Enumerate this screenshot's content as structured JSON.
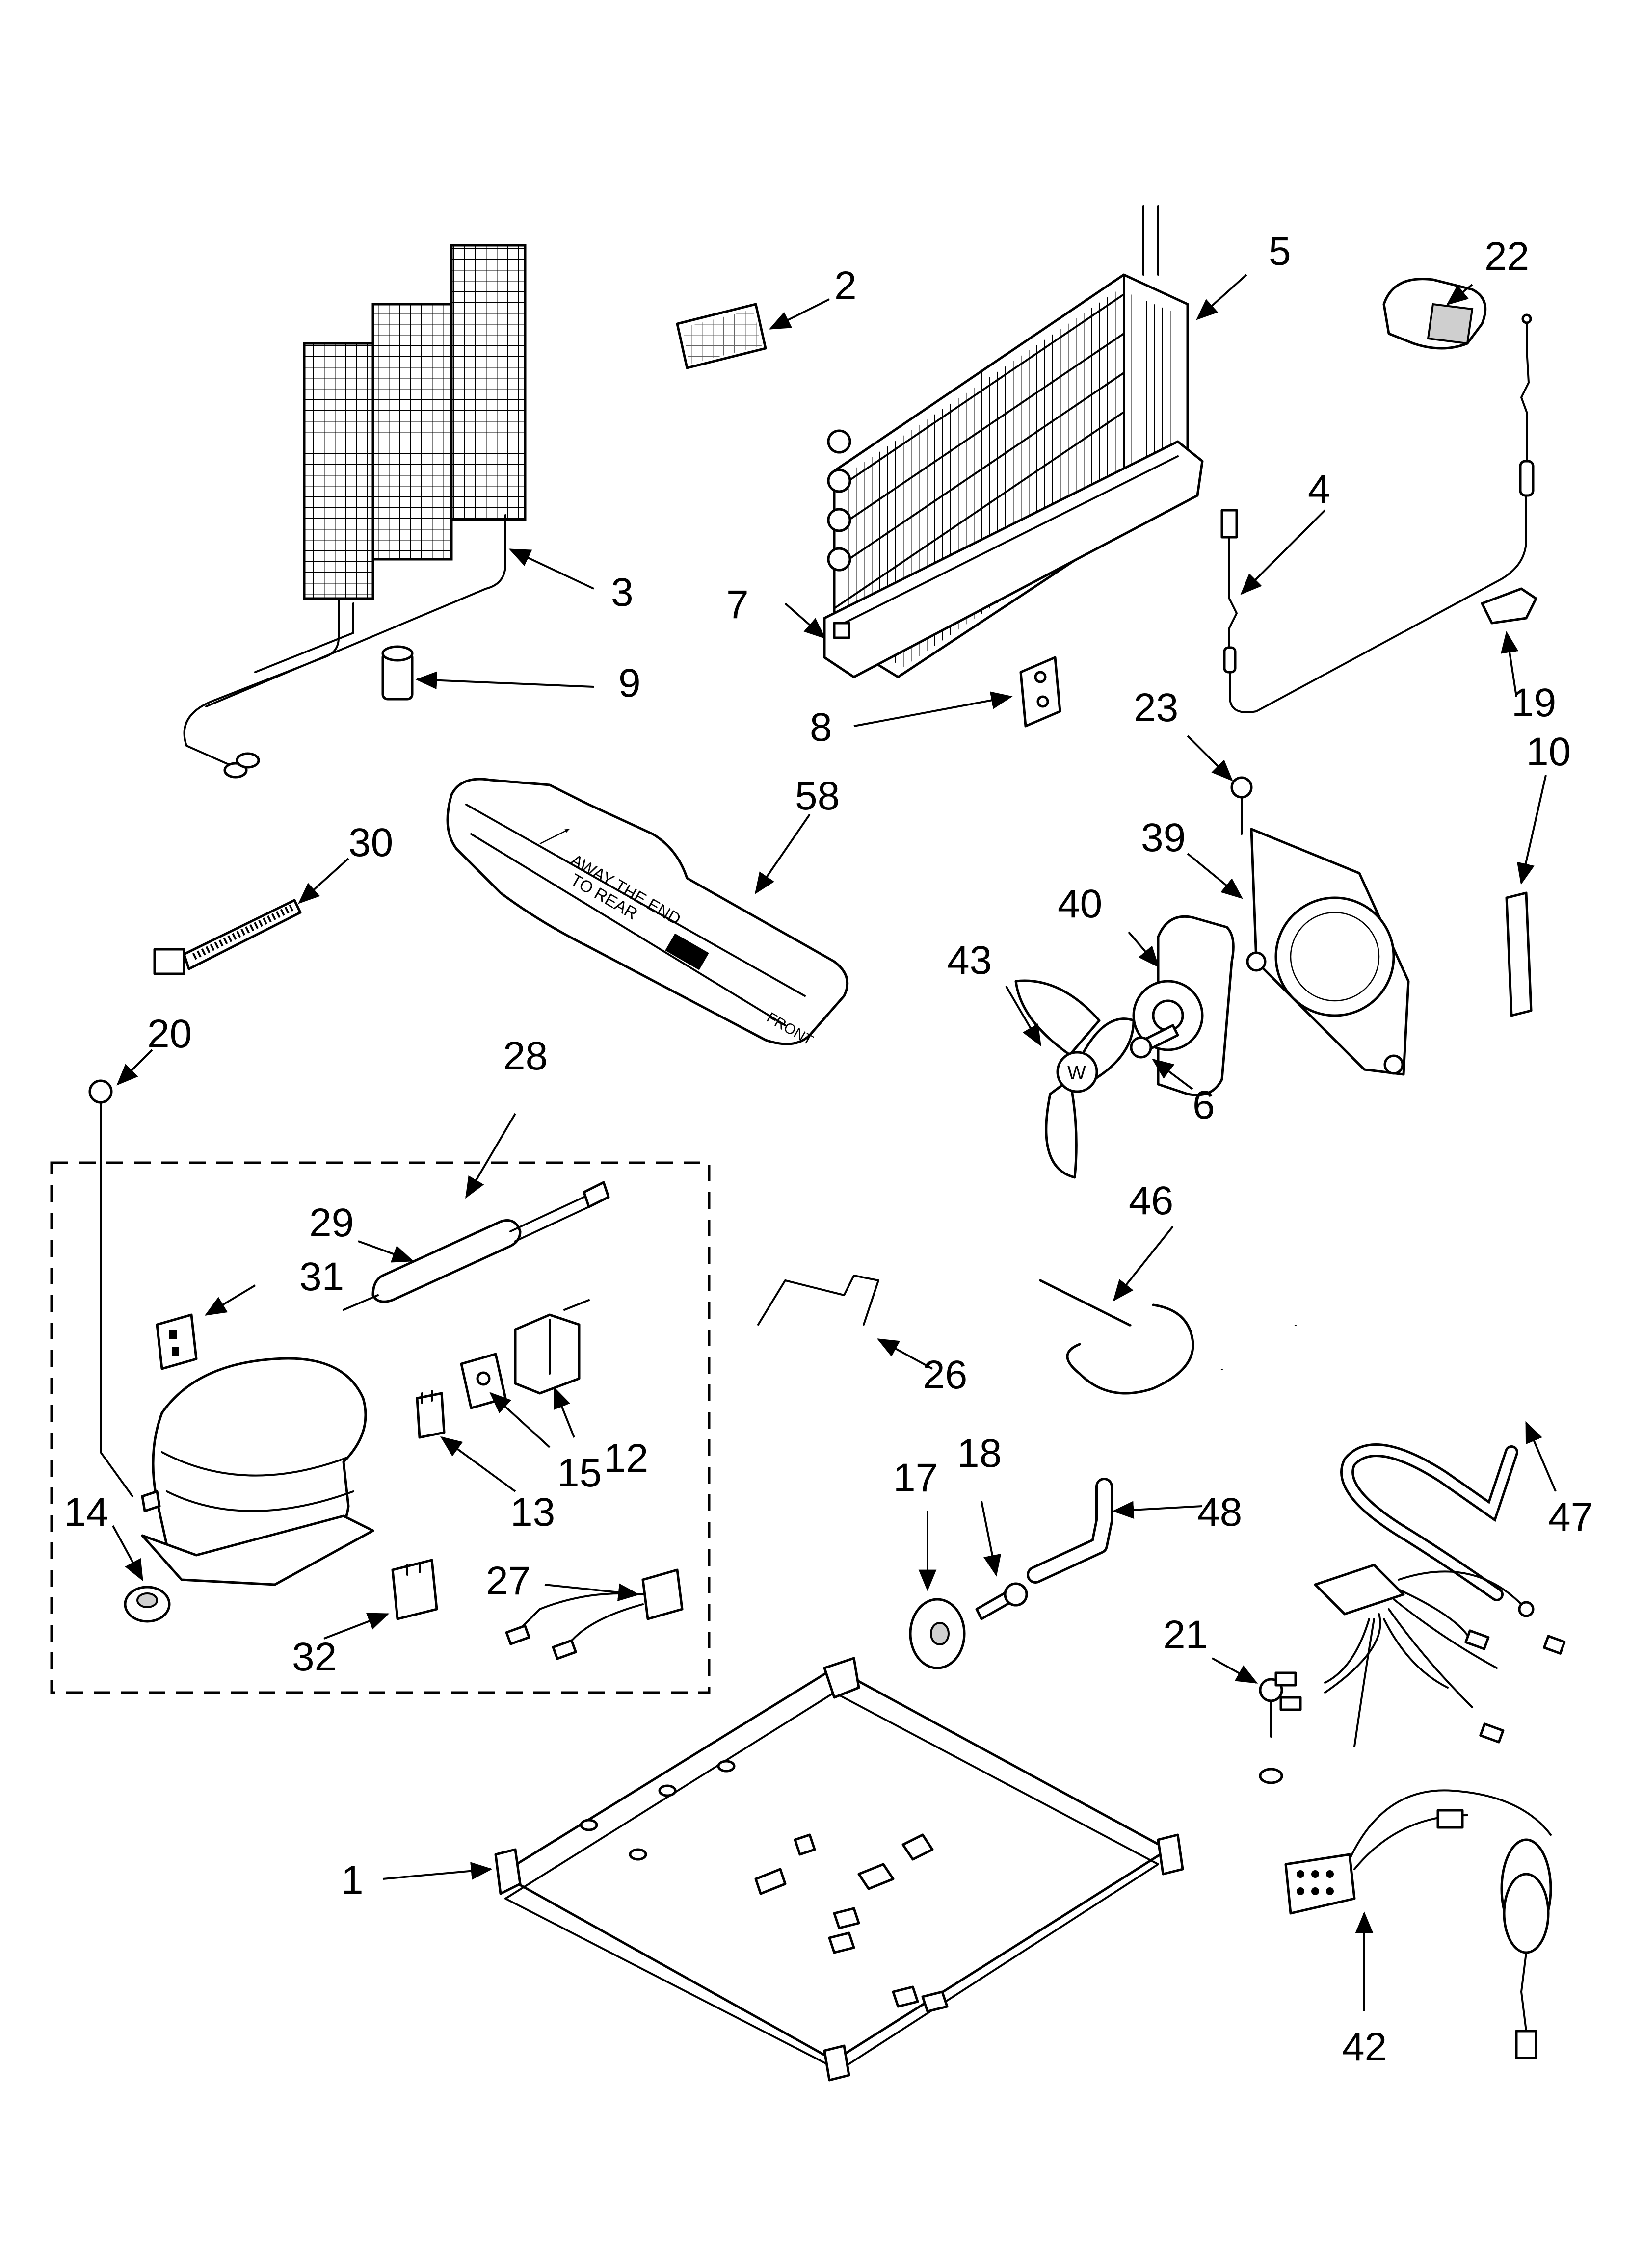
{
  "callouts": {
    "c1": "1",
    "c2": "2",
    "c3": "3",
    "c4": "4",
    "c5": "5",
    "c6": "6",
    "c7": "7",
    "c8": "8",
    "c9": "9",
    "c10": "10",
    "c12": "12",
    "c13": "13",
    "c14": "14",
    "c15": "15",
    "c17": "17",
    "c18": "18",
    "c19": "19",
    "c20": "20",
    "c21": "21",
    "c22": "22",
    "c23": "23",
    "c26": "26",
    "c27": "27",
    "c28": "28",
    "c29": "29",
    "c30": "30",
    "c31": "31",
    "c32": "32",
    "c39": "39",
    "c40": "40",
    "c42": "42",
    "c43": "43",
    "c46": "46",
    "c47": "47",
    "c48": "48",
    "c58": "58"
  },
  "tray_markings": {
    "arrow_text": "AWAY THE END",
    "arrow_text2": "TO REAR",
    "front": "FRONT"
  }
}
